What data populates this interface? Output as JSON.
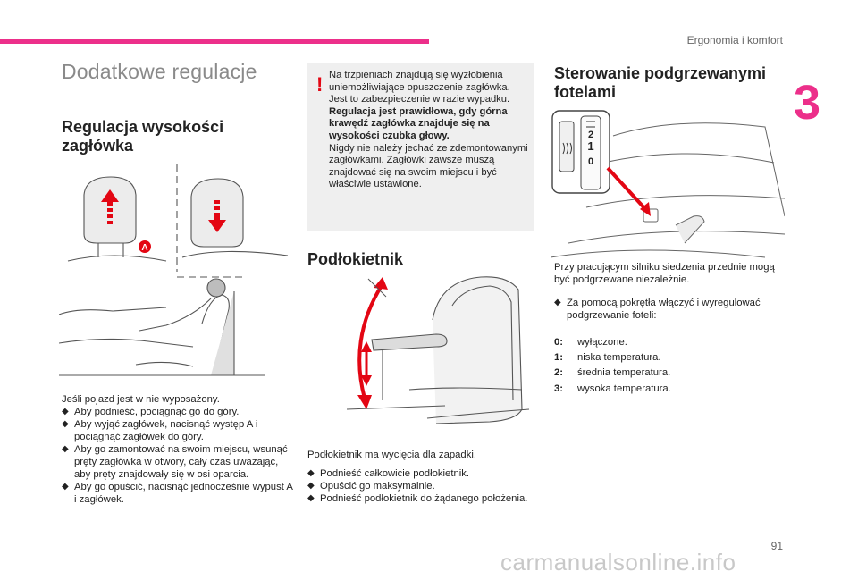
{
  "header": {
    "section": "Ergonomia i komfort",
    "chapter": "3",
    "page_number": "91"
  },
  "title": "Dodatkowe regulacje",
  "headrest": {
    "heading": "Regulacja wysokości zagłówka",
    "marker": "A",
    "intro": "Jeśli pojazd jest w nie wyposażony.",
    "steps": [
      "Aby podnieść, pociągnąć go do góry.",
      "Aby wyjąć zagłówek, nacisnąć występ A i pociągnąć zagłówek do góry.",
      "Aby go zamontować na swoim miejscu, wsunąć pręty zagłówka w otwory, cały czas uważając, aby pręty znajdowały się w osi oparcia.",
      "Aby go opuścić, nacisnąć jednocześnie wypust A i zagłówek."
    ]
  },
  "warning": {
    "p1": "Na trzpieniach znajdują się wyżłobienia uniemożliwiające opuszczenie zagłówka. Jest to zabezpieczenie w razie wypadku.",
    "p2": "Regulacja jest prawidłowa, gdy górna krawędź zagłówka znajduje się na wysokości czubka głowy.",
    "p3": "Nigdy nie należy jechać ze zdemontowanymi zagłówkami. Zagłówki zawsze muszą znajdować się na swoim miejscu i być właściwie ustawione."
  },
  "armrest": {
    "heading": "Podłokietnik",
    "intro": "Podłokietnik ma wycięcia dla zapadki.",
    "steps": [
      "Podnieść całkowicie podłokietnik.",
      "Opuścić go maksymalnie.",
      "Podnieść podłokietnik do żądanego położenia."
    ]
  },
  "heating": {
    "heading": "Sterowanie podgrzewanymi fotelami",
    "intro": "Przy pracującym silniku siedzenia przednie mogą być podgrzewane niezależnie.",
    "step": "Za pomocą pokrętła włączyć i wyregulować podgrzewanie foteli:",
    "dial_labels": [
      "2",
      "1",
      "0"
    ],
    "levels": [
      {
        "key": "0:",
        "label": "wyłączone."
      },
      {
        "key": "1:",
        "label": "niska temperatura."
      },
      {
        "key": "2:",
        "label": "średnia temperatura."
      },
      {
        "key": "3:",
        "label": "wysoka temperatura."
      }
    ]
  },
  "watermark": "carmanualsonline.info",
  "colors": {
    "accent": "#ec2f8a",
    "warning": "#e30613",
    "heading_grey": "#8a8a8a"
  }
}
